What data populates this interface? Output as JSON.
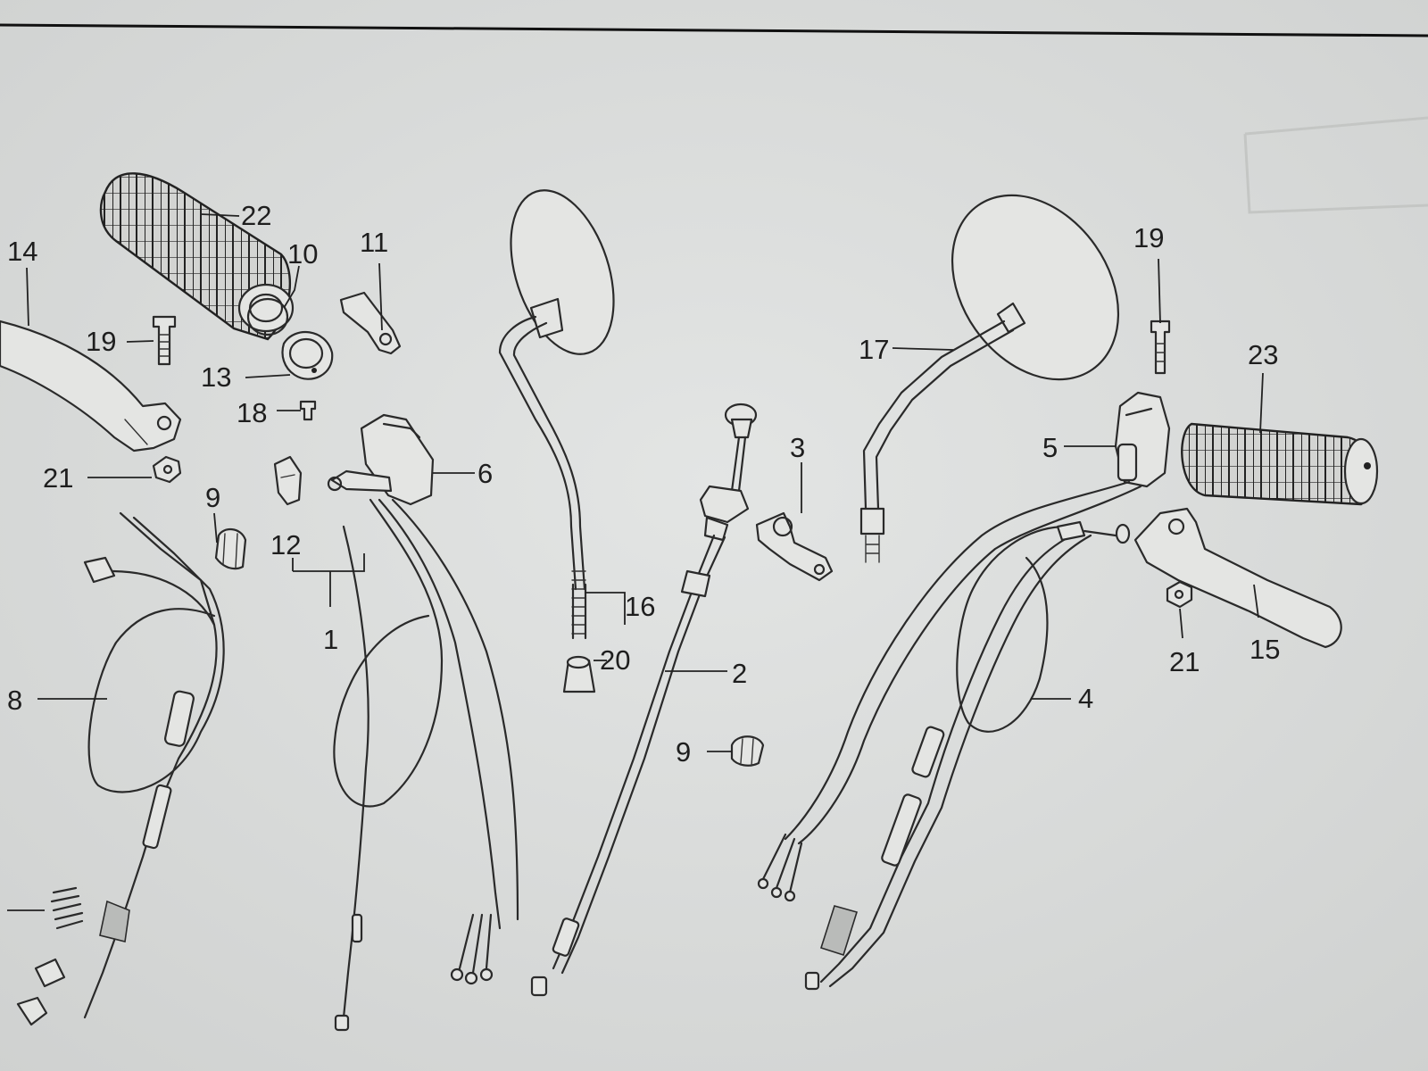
{
  "callouts": {
    "c1": "1",
    "c2": "2",
    "c3": "3",
    "c4": "4",
    "c5": "5",
    "c6": "6",
    "c8": "8",
    "c9a": "9",
    "c9b": "9",
    "c10": "10",
    "c11": "11",
    "c12": "12",
    "c13": "13",
    "c14": "14",
    "c15": "15",
    "c16": "16",
    "c17": "17",
    "c18": "18",
    "c19a": "19",
    "c19b": "19",
    "c20": "20",
    "c21a": "21",
    "c21b": "21",
    "c22": "22",
    "c23": "23"
  },
  "colors": {
    "paper": "#dcdedd",
    "ink": "#1e1e1e",
    "border": "#111111"
  }
}
